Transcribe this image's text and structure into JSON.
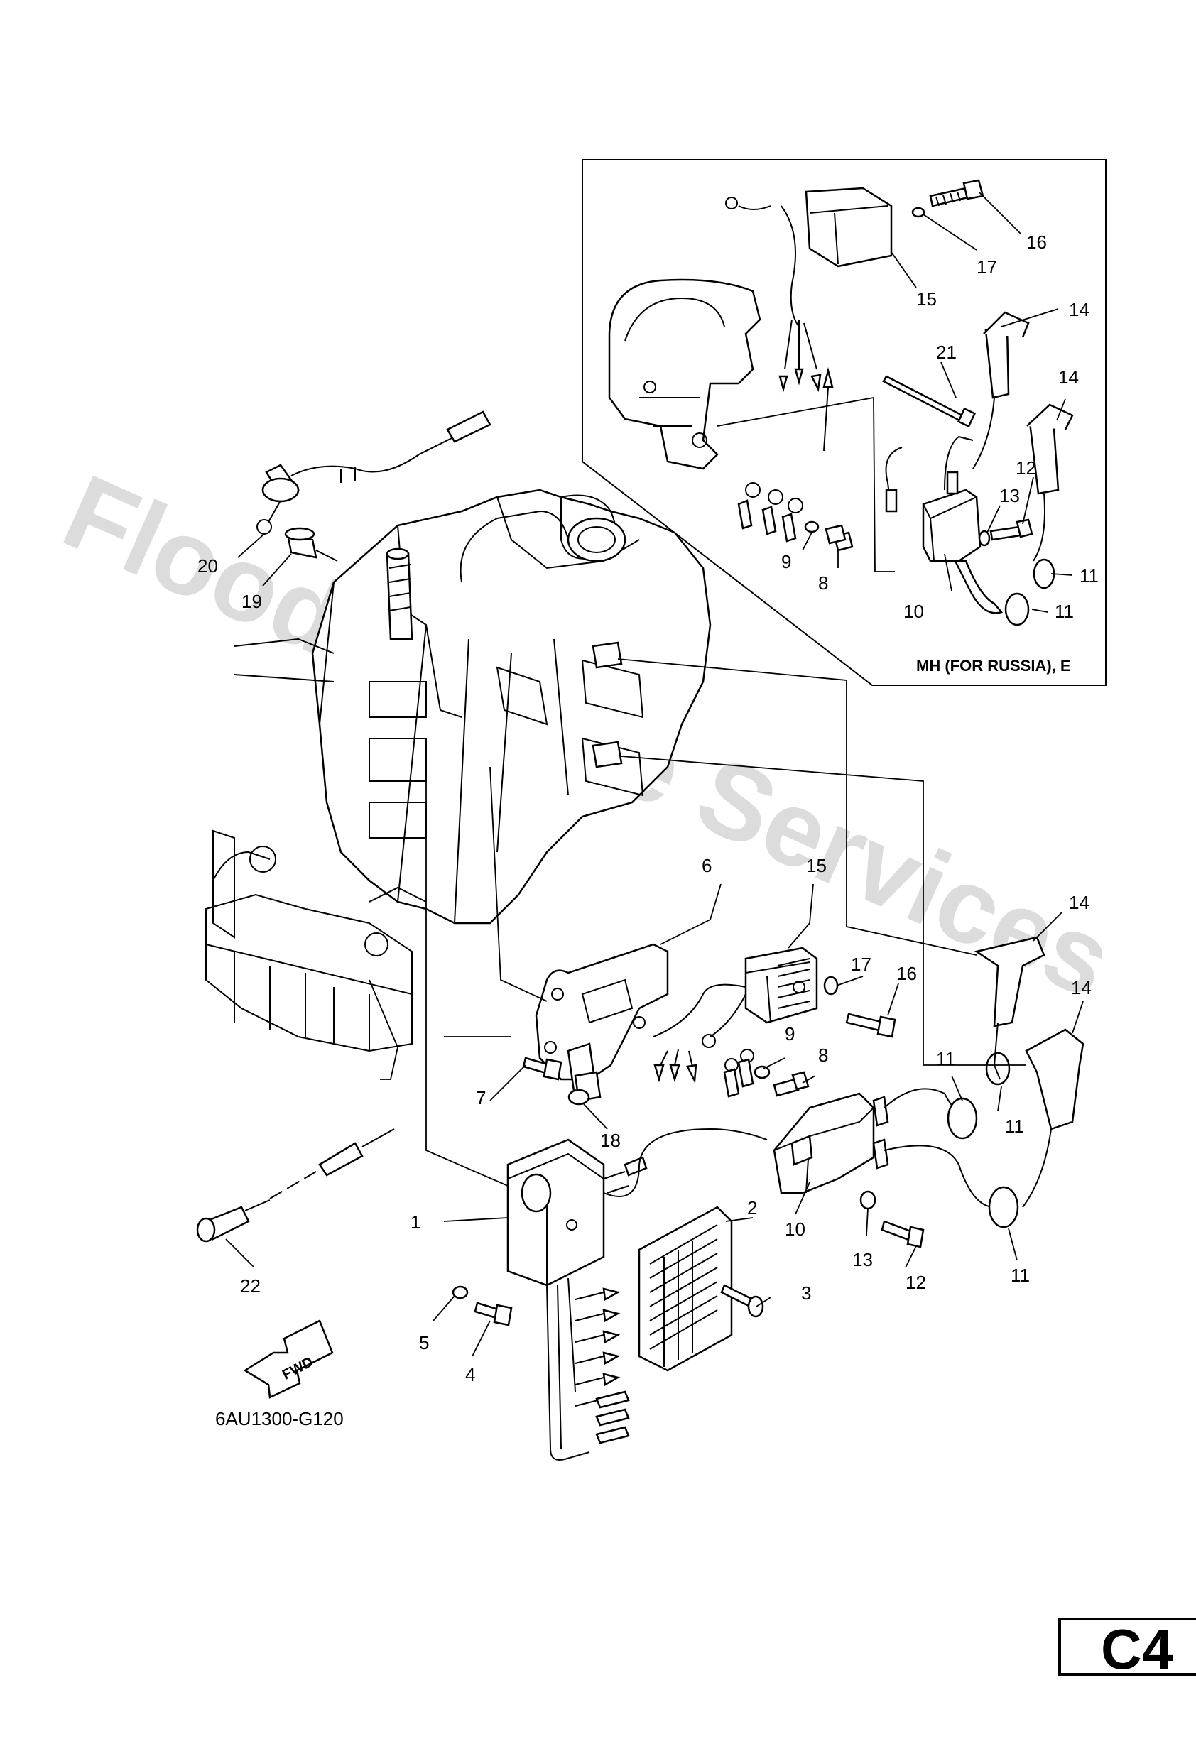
{
  "watermark": "Flood Marine Services",
  "inset": {
    "title": "MH (FOR RUSSIA), E",
    "callouts": [
      "16",
      "17",
      "15",
      "14",
      "21",
      "14",
      "12",
      "13",
      "11",
      "11",
      "10",
      "9",
      "8"
    ]
  },
  "main_callouts": [
    "20",
    "19",
    "6",
    "15",
    "17",
    "16",
    "14",
    "14",
    "11",
    "11",
    "9",
    "8",
    "7",
    "18",
    "1",
    "2",
    "3",
    "10",
    "13",
    "12",
    "11",
    "5",
    "4",
    "22"
  ],
  "fwd_arrow": "FWD",
  "diagram_code": "6AU1300-G120",
  "page_ref": "C4"
}
